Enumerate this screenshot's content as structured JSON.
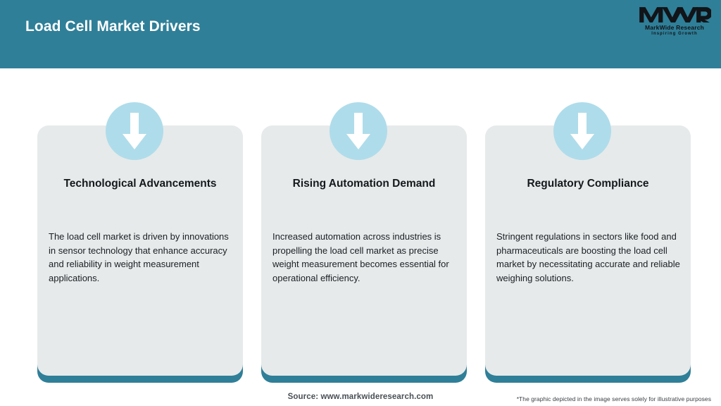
{
  "header": {
    "title": "Load Cell Market Drivers",
    "background_color": "#2F7F98",
    "title_color": "#FFFFFF",
    "logo": {
      "mark": "MWR",
      "name": "MarkWide Research",
      "tagline": "Inspiring Growth"
    }
  },
  "theme": {
    "accent_teal": "#2F7F98",
    "circle_blue": "#AFDCEA",
    "card_gray": "#E6EAEB",
    "page_background": "#FFFFFF",
    "arrow_color": "#FFFFFF"
  },
  "cards": [
    {
      "icon": "arrow-down-icon",
      "title": "Technological Advancements",
      "body": "The load cell market is driven by innovations in sensor technology that enhance accuracy and reliability in weight measurement applications."
    },
    {
      "icon": "arrow-down-icon",
      "title": "Rising Automation Demand",
      "body": "Increased automation across industries is propelling the load cell market as precise weight measurement becomes essential for operational efficiency."
    },
    {
      "icon": "arrow-down-icon",
      "title": "Regulatory Compliance",
      "body": "Stringent regulations in sectors like food and pharmaceuticals are boosting the load cell market by necessitating accurate and reliable weighing solutions."
    }
  ],
  "footer": {
    "source": "Source: www.markwideresearch.com",
    "disclaimer": "*The graphic depicted in the image serves solely for illustrative purposes"
  }
}
